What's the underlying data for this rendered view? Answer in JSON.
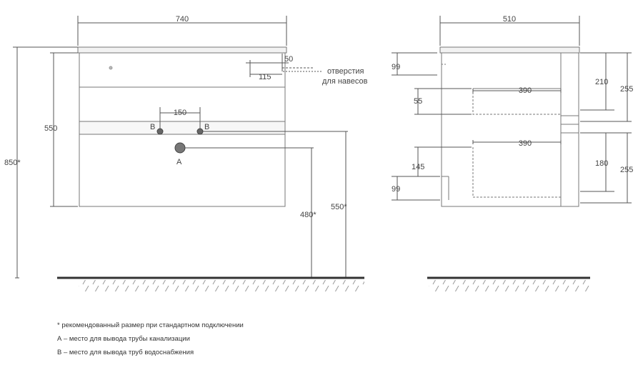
{
  "front_view": {
    "width_dim": "740",
    "top_offset_dim": "50",
    "hole_offset_dim": "115",
    "hole_label": "отверстия",
    "hole_label_2": "для навесов",
    "pipe_spacing_dim": "150",
    "water_left": "B",
    "water_right": "B",
    "drain": "A",
    "body_height_dim": "550",
    "total_height_dim": "850*",
    "drain_height_dim": "480*",
    "water_height_dim": "550*"
  },
  "side_view": {
    "depth_dim": "510",
    "top_dim": "99",
    "upper_drawer_depth": "390",
    "upper_gap": "55",
    "lower_drawer_depth": "390",
    "lower_gap": "145",
    "bottom_dim": "99",
    "upper_drawer_height": "210",
    "upper_front_height": "255",
    "lower_drawer_height": "180",
    "lower_front_height": "255"
  },
  "notes": [
    "* рекомендованный размер при стандартном подключении",
    "А – место для вывода трубы канализации",
    "В – место для вывода труб водоснабжения"
  ],
  "colors": {
    "line": "#777777",
    "dim_line": "#555555",
    "text": "#444444",
    "pipe": "#666666"
  }
}
